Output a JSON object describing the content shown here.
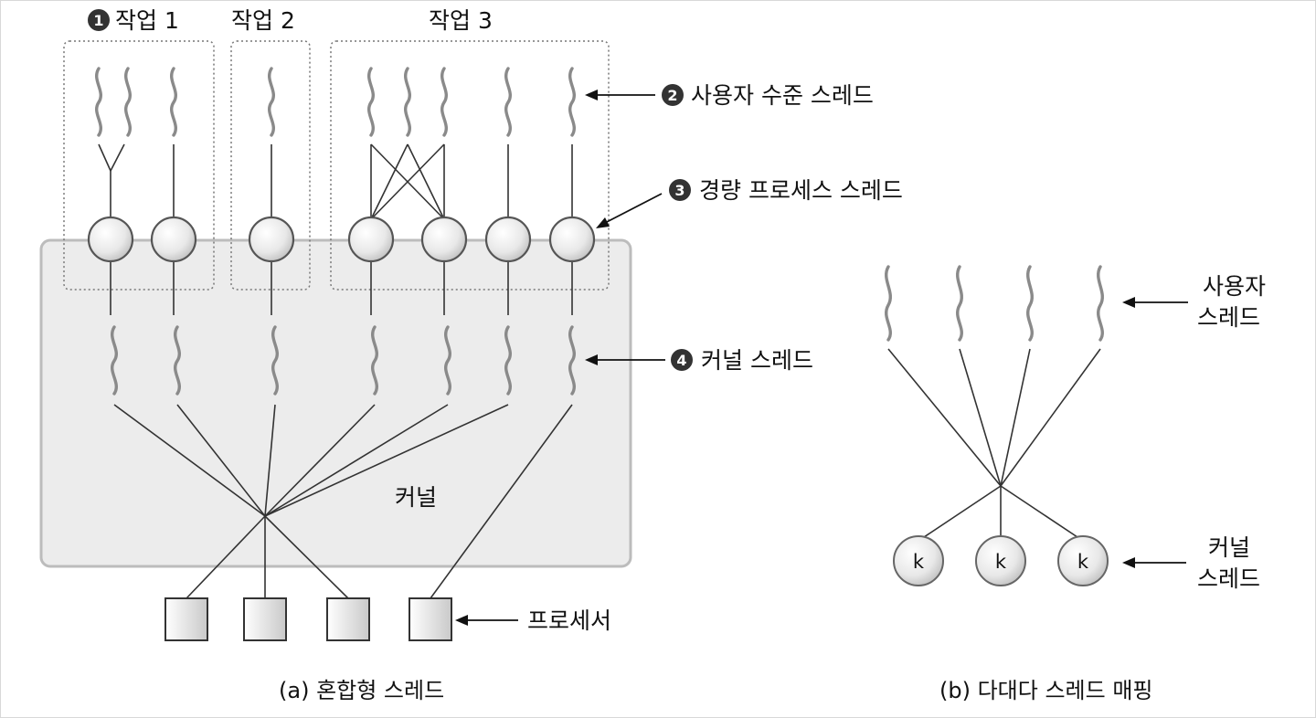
{
  "diagram_a": {
    "tasks": [
      {
        "number": "1",
        "label": "작업 1"
      },
      {
        "number": "",
        "label": "작업 2"
      },
      {
        "number": "",
        "label": "작업 3"
      }
    ],
    "kernel_label": "커널",
    "callouts": [
      {
        "number": "2",
        "label": "사용자 수준 스레드"
      },
      {
        "number": "3",
        "label": "경량 프로세스 스레드"
      },
      {
        "number": "4",
        "label": "커널 스레드"
      }
    ],
    "processor_label": "프로세서",
    "caption": "(a) 혼합형 스레드"
  },
  "diagram_b": {
    "user_threads_label": [
      "사용자",
      "스레드"
    ],
    "kernel_threads_label": [
      "커널",
      "스레드"
    ],
    "kernel_thread_symbol": "k",
    "caption": "(b) 다대다 스레드 매핑"
  }
}
